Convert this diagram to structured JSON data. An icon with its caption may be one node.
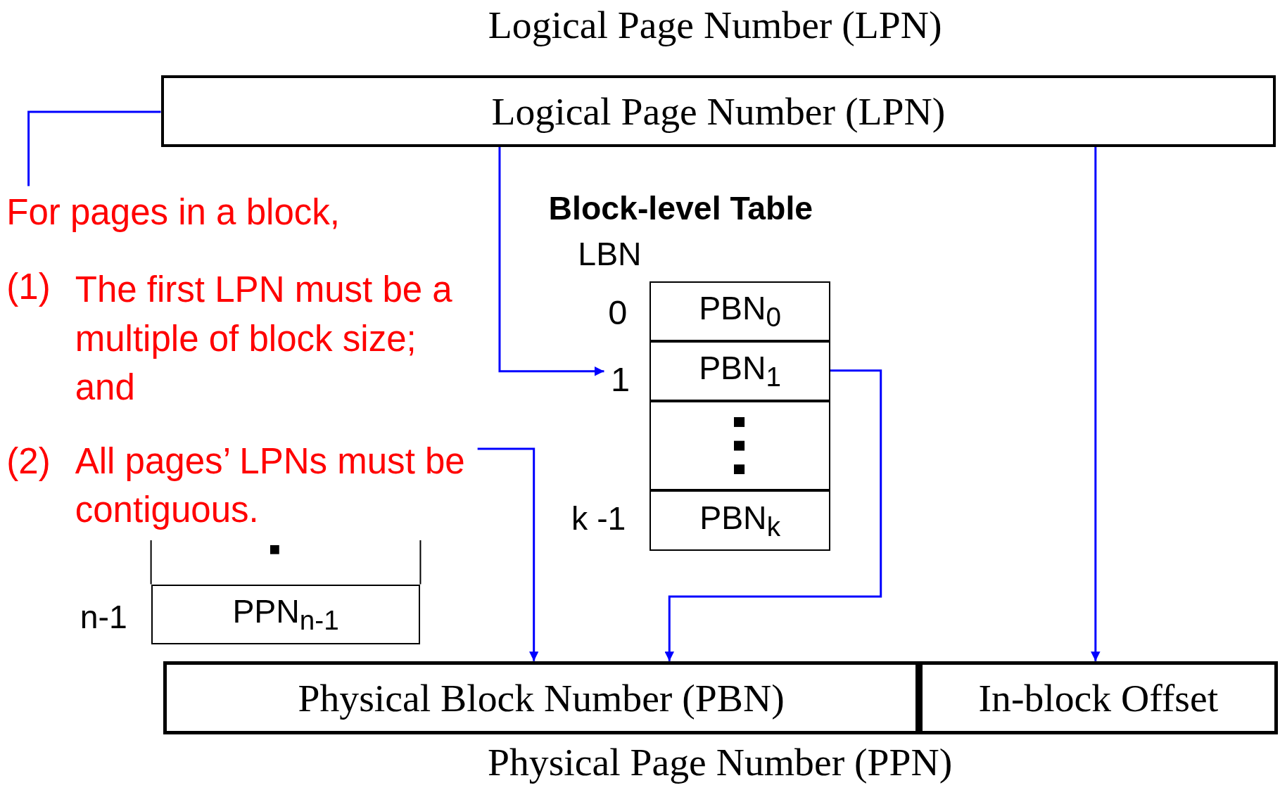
{
  "diagram": {
    "nodes": [
      {
        "text": [
          "Logical Page Number (LPN)"
        ]
      },
      {
        "text": [
          "For pages in a block,"
        ]
      },
      {
        "text": [
          "(2)",
          "All pages’ LPNs must be contiguous."
        ]
      },
      {
        "text": [
          "1"
        ]
      },
      {
        "text": [
          "PBN$_{0}$"
        ]
      },
      {
        "text": [
          "PBN$_{1}$"
        ]
      },
      {
        "text": [],
        "shape": "box"
      },
      {
        "text": [
          "PBN$_{k}$"
        ]
      },
      {
        "text": [
          "PPN$_{n-1}$"
        ]
      },
      {
        "text": [
          "Physical Block Number (PBN)"
        ]
      },
      {
        "text": [
          "In-block Offset"
        ]
      }
    ],
    "edges": [
      {
        "from": 0,
        "to": 1,
        "arrow": "none"
      },
      {
        "from": 0,
        "to": 3,
        "arrow": "to"
      },
      {
        "from": 5,
        "to": 9,
        "arrow": "to"
      },
      {
        "from": 0,
        "to": 10,
        "arrow": "to"
      },
      {
        "from": 2,
        "to": 9,
        "arrow": "to"
      }
    ],
    "labels": [
      "Logical Page Number (LPN)",
      "(1)",
      "The first LPN must be a multiple of block size; and",
      "Block-level Table",
      "LBN",
      "0",
      "k -1",
      "n-1",
      "Physical Page Number (PPN)"
    ]
  }
}
